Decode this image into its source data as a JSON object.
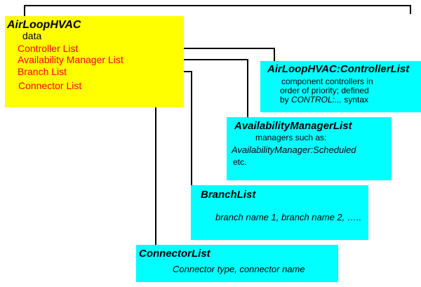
{
  "colors": {
    "object_box_fill": "#FFFF00",
    "description_box_fill": "#00FFFF",
    "field_text": "#FF0000",
    "line_and_text": "#000000",
    "background": "#FFFFFF"
  },
  "airloop": {
    "title": "AirLoopHVAC",
    "data_label": "data",
    "fields": [
      {
        "label": "Controller List"
      },
      {
        "label": "Availability Manager List"
      },
      {
        "label": "Branch List"
      },
      {
        "label": "Connector List"
      }
    ]
  },
  "controller_box": {
    "title": "AirLoopHVAC:ControllerList",
    "line1": "component controllers in",
    "line2": "order of priority; defined",
    "line3_prefix": "by ",
    "line3_italic": "CONTROL:...",
    "line3_suffix": " syntax"
  },
  "availability_box": {
    "title": "AvailabilityManagerList",
    "line1": "managers such as:",
    "line2": "AvailabilityManager:Scheduled",
    "line3": "etc."
  },
  "branch_box": {
    "title": "BranchList",
    "line1": "branch name 1, branch name 2, ….."
  },
  "connector_box": {
    "title": "ConnectorList",
    "line1": "Connector type, connector name"
  }
}
